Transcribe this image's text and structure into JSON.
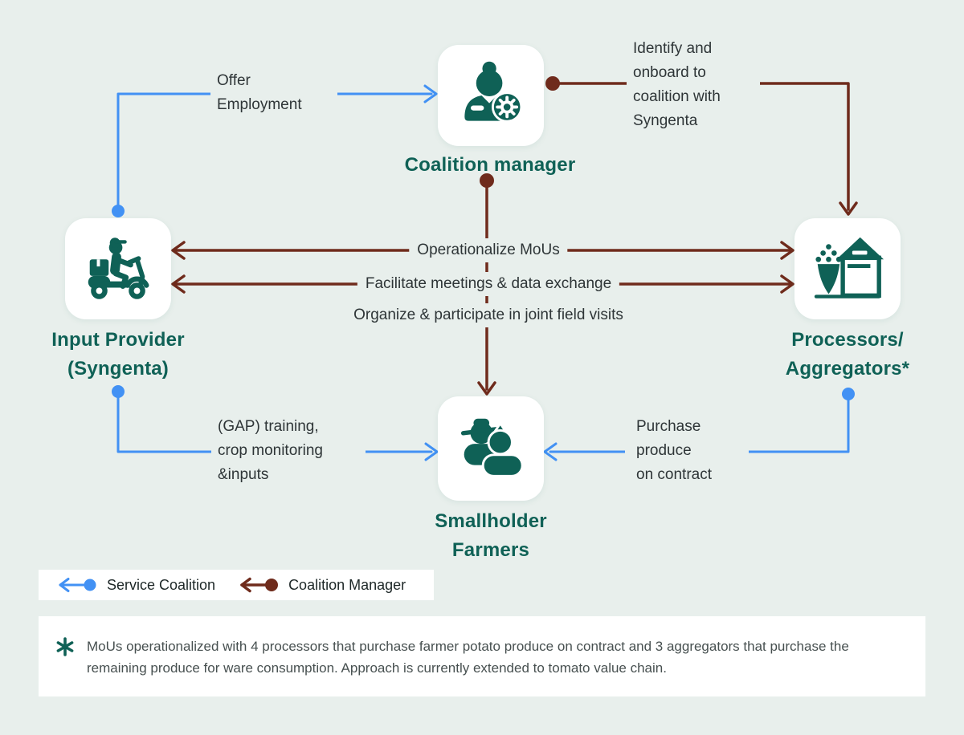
{
  "colors": {
    "background": "#e8efec",
    "teal": "#0f6156",
    "maroon": "#6f2b1c",
    "blue": "#4291f4",
    "label_text": "#2e3537",
    "footnote_text": "#475050",
    "node_box": "#ffffff"
  },
  "nodes": {
    "coalition_manager": {
      "label": "Coalition manager",
      "icon": "coalition-manager-icon"
    },
    "input_provider": {
      "line1": "Input Provider",
      "line2": "(Syngenta)",
      "icon": "delivery-scooter-icon"
    },
    "processors": {
      "line1": "Processors/",
      "line2": "Aggregators*",
      "icon": "warehouse-icon"
    },
    "smallholder_farmers": {
      "line1": "Smallholder",
      "line2": "Farmers",
      "icon": "farmers-icon"
    }
  },
  "edge_labels": {
    "offer_employment": {
      "line1": "Offer",
      "line2": "Employment"
    },
    "identify_onboard": {
      "line1": "Identify and",
      "line2": "onboard to",
      "line3": "coalition with",
      "line4": "Syngenta"
    },
    "operationalize": "Operationalize MoUs",
    "facilitate": "Facilitate meetings & data exchange",
    "organize": "Organize & participate in joint field visits",
    "gap_training": {
      "line1": "(GAP) training,",
      "line2": "crop monitoring",
      "line3": "&inputs"
    },
    "purchase": {
      "line1": "Purchase",
      "line2": "produce",
      "line3": "on contract"
    }
  },
  "legend": {
    "service": {
      "label": "Service Coalition",
      "color": "#4291f4"
    },
    "manager": {
      "label": "Coalition Manager",
      "color": "#6f2b1c"
    }
  },
  "footnote": {
    "text": "MoUs operationalized with 4 processors that purchase farmer potato produce on contract and 3 aggregators that purchase the remaining produce for ware consumption. Approach is currently extended to tomato value chain."
  }
}
